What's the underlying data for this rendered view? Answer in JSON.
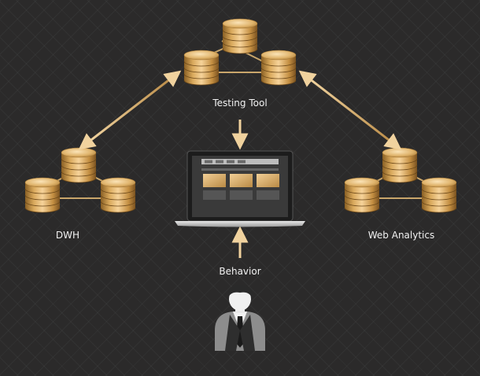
{
  "nodes": {
    "testing_tool": {
      "label": "Testing Tool"
    },
    "dwh": {
      "label": "DWH"
    },
    "web_analytics": {
      "label": "Web Analytics"
    },
    "behavior": {
      "label": "Behavior"
    }
  },
  "colors": {
    "background": "#2b2a2a",
    "gold_light": "#f6d39a",
    "gold_mid": "#d9a95c",
    "gold_dark": "#8a6024",
    "connector": "#c9a66b",
    "laptop_frame": "#1c1c1c",
    "laptop_screen": "#3a3a3a"
  }
}
